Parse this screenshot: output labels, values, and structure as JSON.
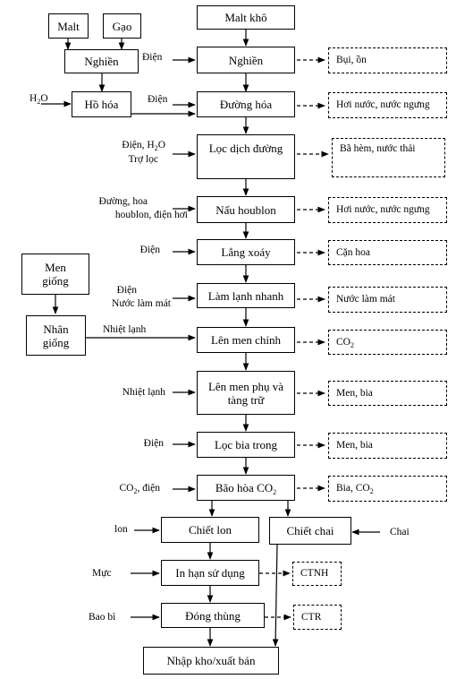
{
  "colors": {
    "stroke": "#000000",
    "background": "#ffffff"
  },
  "boxes": {
    "malt": "Malt",
    "gao": "Gạo",
    "nghien_left": "Nghiền",
    "ho_hoa": "Hồ hóa",
    "malt_kho": "Malt khô",
    "nghien": "Nghiền",
    "duong_hoa": "Đường hóa",
    "loc_dich_duong": "Lọc dịch đường",
    "nau_houblon": "Nấu houblon",
    "lang_xoay": "Lắng xoáy",
    "lam_lanh_nhanh": "Làm lạnh nhanh",
    "len_men_chinh": "Lên men chính",
    "len_men_phu": "Lên men phụ và tàng trữ",
    "loc_bia_trong": "Lọc bia trong",
    "bao_hoa_co2": {
      "pre": "Bão hòa CO",
      "sub": "2"
    },
    "men_giong": "Men giống",
    "nhan_giong": "Nhân giống",
    "chiet_lon": "Chiết lon",
    "chiet_chai": "Chiết chai",
    "in_han": "In hạn sử dụng",
    "dong_thung": "Đóng thùng",
    "nhap_kho": "Nhập kho/xuất bán"
  },
  "outputs": {
    "bui_on": "Bụi, ồn",
    "hoi_nuoc_1": "Hơi nước, nước ngưng",
    "ba_hem": "Bã hèm, nước thải",
    "hoi_nuoc_2": "Hơi nước, nước ngưng",
    "can_hoa": "Cặn hoa",
    "nuoc_lam_mat": "Nước làm mát",
    "co2": {
      "pre": "CO",
      "sub": "2"
    },
    "men_bia_1": "Men, bia",
    "men_bia_2": "Men, bia",
    "bia_co2": {
      "pre": "Bia, CO",
      "sub": "2"
    },
    "ctnh": "CTNH",
    "ctr": "CTR"
  },
  "inputs": {
    "dien_nghien": "Điện",
    "h2o": {
      "pre": "H",
      "sub": "2",
      "post": "O"
    },
    "dien_duong_hoa": "Điện",
    "loc_line1": {
      "pre": "Điện, H",
      "sub": "2",
      "post": "O"
    },
    "loc_line2": "Trợ lọc",
    "nau_line1": "Đường, hoa",
    "nau_line2": "houblon, điện hơi",
    "dien_lang": "Điện",
    "lam_lanh_line1": "Điện",
    "lam_lanh_line2": "Nước làm mát",
    "nhiet_lanh_1": "Nhiệt lạnh",
    "nhiet_lanh_2": "Nhiệt lạnh",
    "dien_loc_bia": "Điện",
    "co2_dien": {
      "pre": "CO",
      "sub": "2",
      "post": ", điện"
    },
    "lon": "lon",
    "chai": "Chai",
    "muc": "Mực",
    "bao_bi": "Bao bì"
  }
}
